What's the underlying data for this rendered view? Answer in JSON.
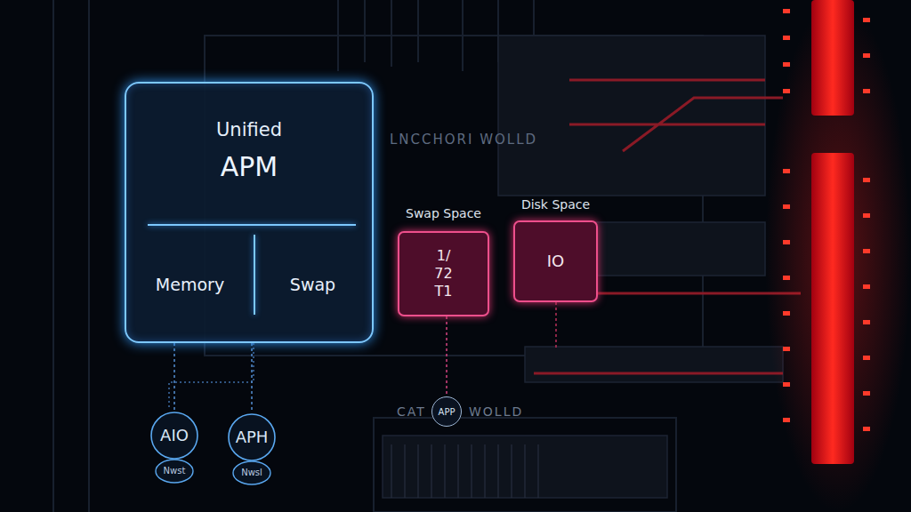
{
  "diagram": {
    "nodes": [
      {
        "text": [
          "Unified",
          "APM"
        ]
      },
      {
        "text": [
          "Memory"
        ],
        "in": 0
      },
      {
        "text": [
          "Swap"
        ],
        "in": 0
      },
      {
        "text": [
          "Swap Space",
          "1/ 72 T1"
        ]
      },
      {
        "text": [
          "Disk Space",
          "IO"
        ]
      },
      {
        "text": [
          "APP"
        ]
      },
      {
        "text": [
          "AIO",
          "Nwst"
        ]
      },
      {
        "text": [
          "APH",
          "Nwsl"
        ]
      }
    ],
    "edges": [
      {
        "from": 0,
        "to": 6,
        "arrow": "none"
      },
      {
        "from": 0,
        "to": 7,
        "arrow": "none"
      },
      {
        "from": 3,
        "to": 5,
        "arrow": "none"
      }
    ],
    "labels": [
      "LNCCHORI WOLLD",
      "CAT",
      "WOLLD"
    ]
  }
}
